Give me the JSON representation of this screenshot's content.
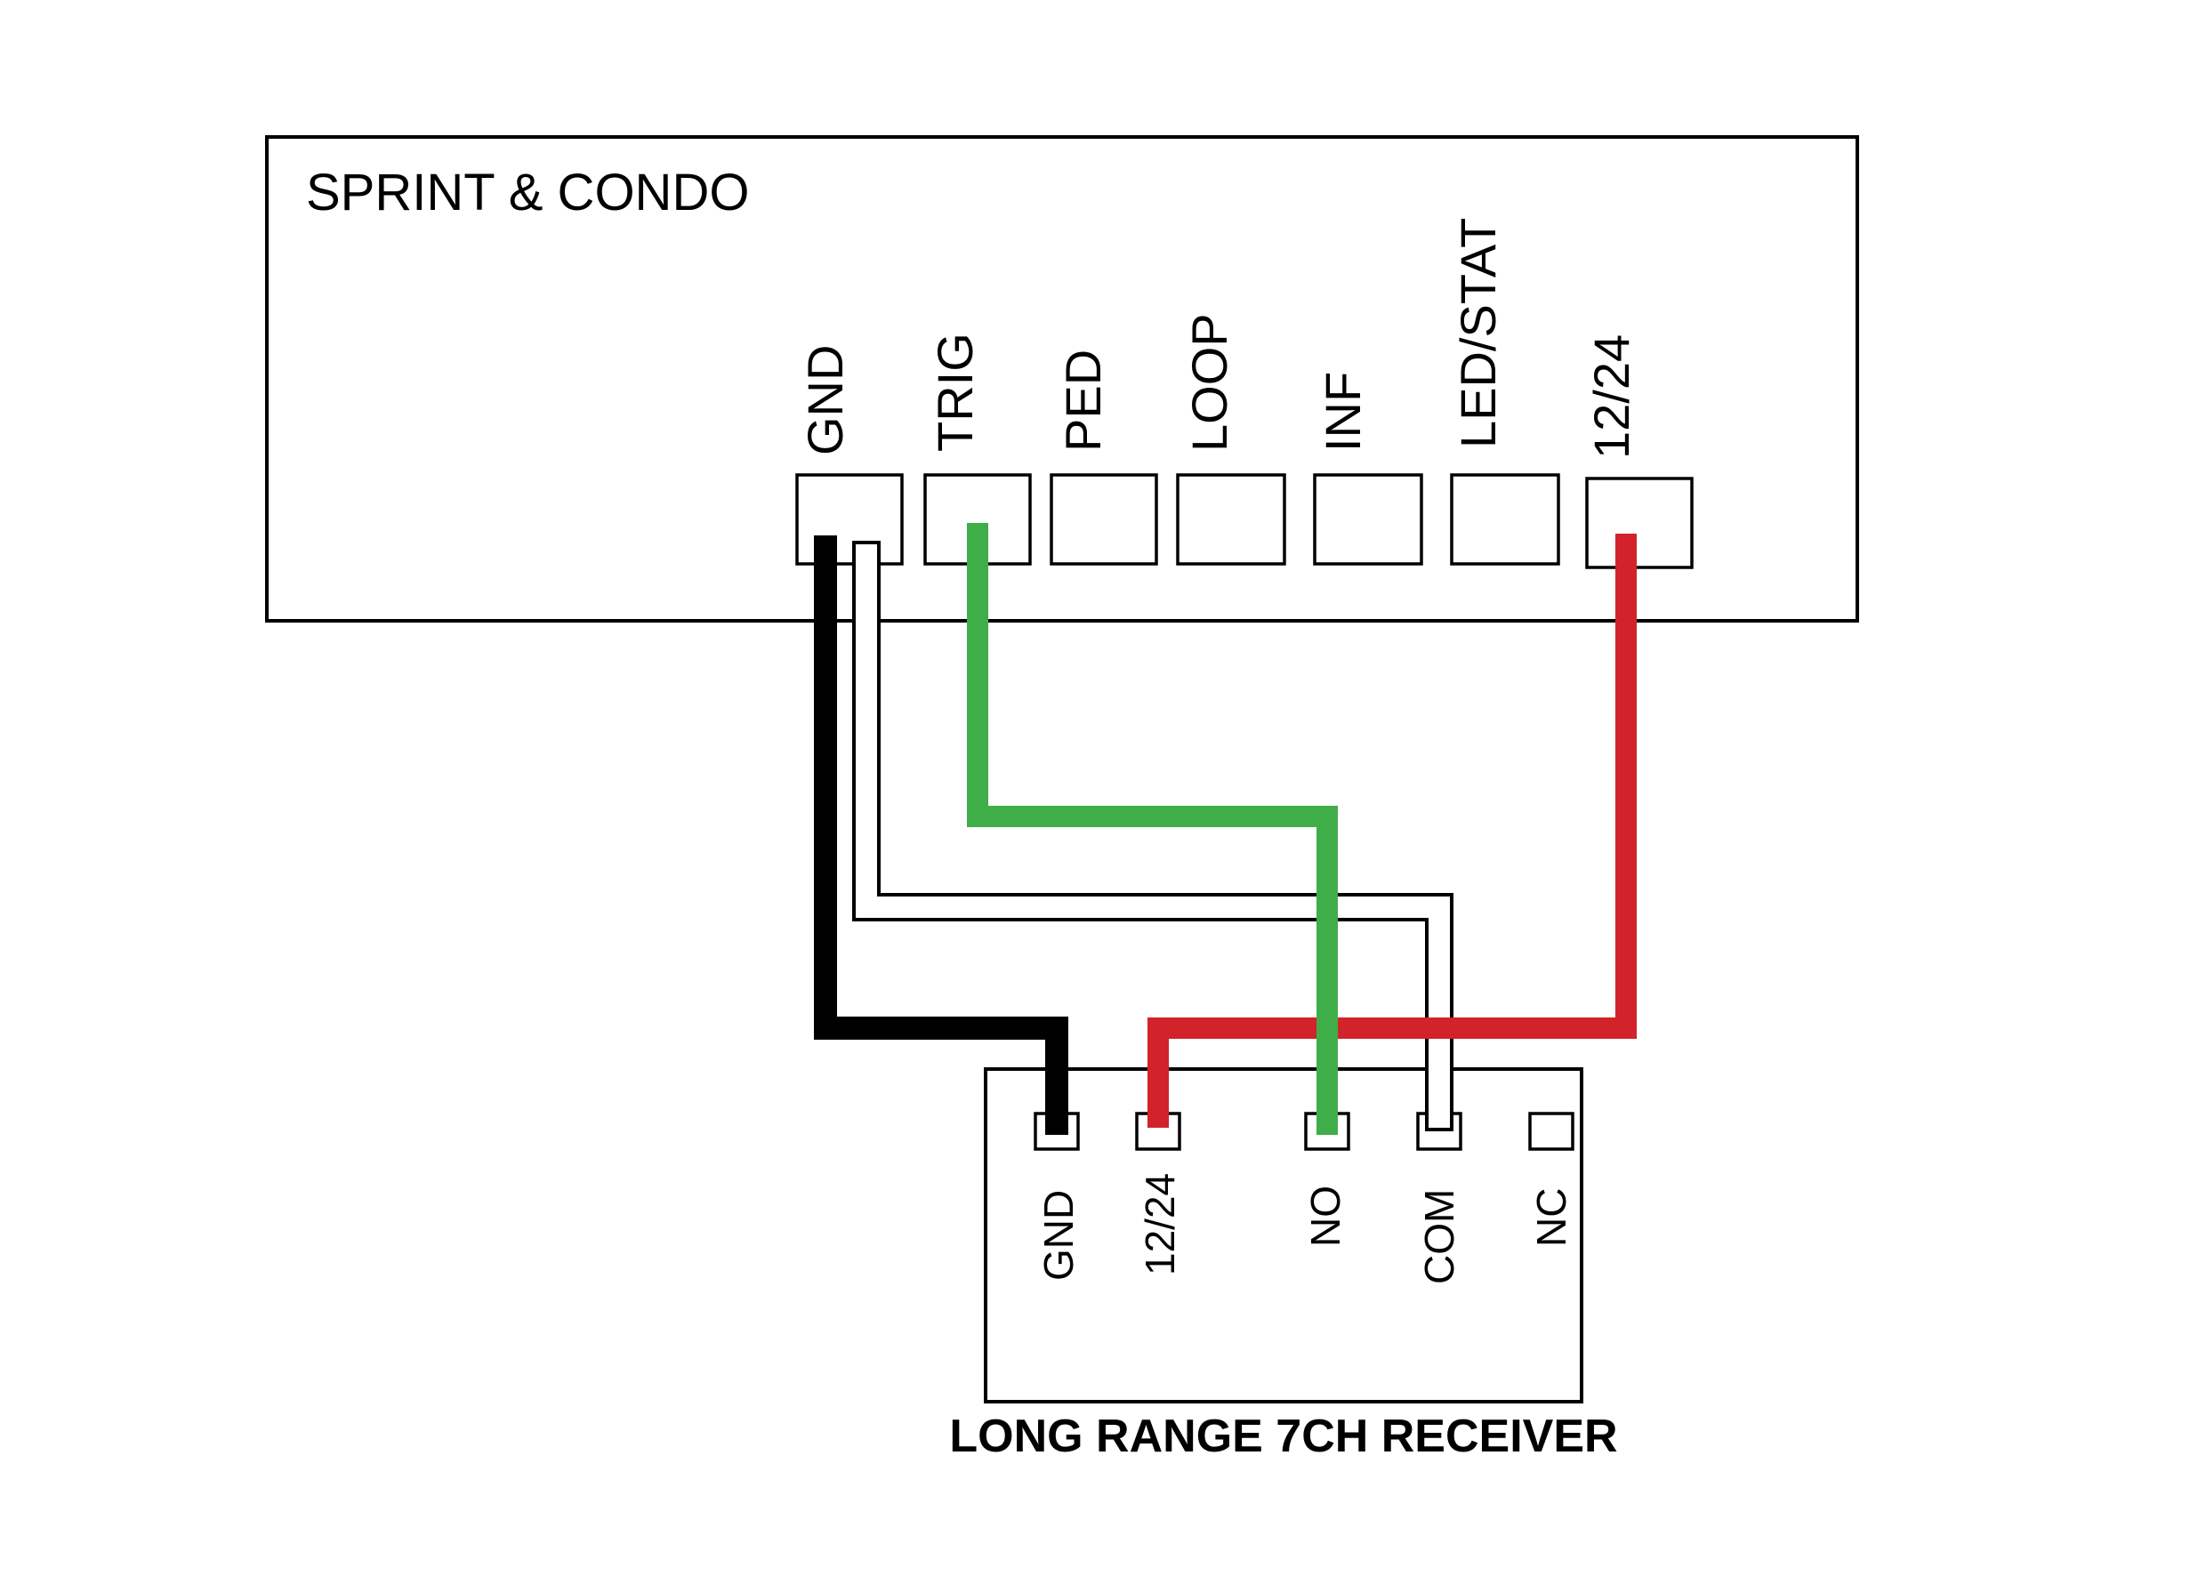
{
  "controller": {
    "title": "SPRINT & CONDO",
    "terminals": [
      "GND",
      "TRIG",
      "PED",
      "LOOP",
      "INF",
      "LED/STAT",
      "12/24"
    ]
  },
  "receiver": {
    "title": "LONG RANGE 7CH RECEIVER",
    "terminals": [
      "GND",
      "12/24",
      "NO",
      "COM",
      "NC"
    ]
  },
  "wires": [
    {
      "from": "controller.GND",
      "to": "receiver.GND",
      "color": "#000000"
    },
    {
      "from": "controller.GND",
      "to": "receiver.COM",
      "color": "#ffffff"
    },
    {
      "from": "controller.TRIG",
      "to": "receiver.NO",
      "color": "#3fae49"
    },
    {
      "from": "controller.12/24",
      "to": "receiver.12/24",
      "color": "#d2232a"
    }
  ]
}
